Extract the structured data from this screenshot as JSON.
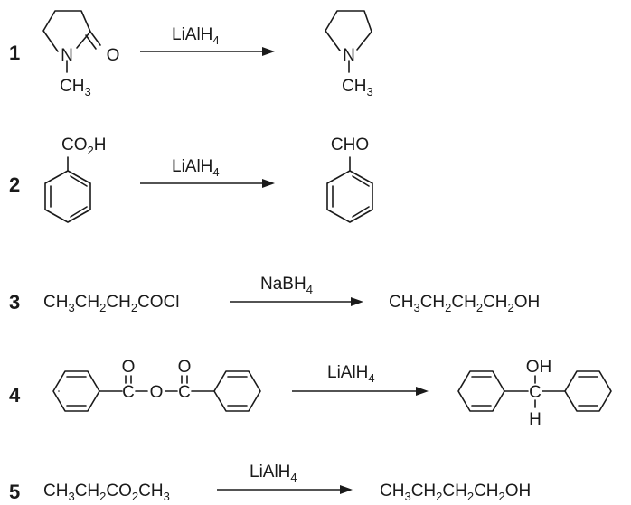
{
  "reactions": [
    {
      "number": "1",
      "reagent": {
        "main": "LiAlH",
        "sub": "4"
      },
      "reactant": {
        "ring_atom": "N",
        "carbonyl_atom": "O",
        "substituent": {
          "main": "CH",
          "sub": "3"
        }
      },
      "product": {
        "ring_atom": "N",
        "substituent": {
          "main": "CH",
          "sub": "3"
        }
      }
    },
    {
      "number": "2",
      "reagent": {
        "main": "LiAlH",
        "sub": "4"
      },
      "reactant": {
        "group": {
          "a": "CO",
          "sub": "2",
          "b": "H"
        }
      },
      "product": {
        "group": "CHO"
      }
    },
    {
      "number": "3",
      "reagent": {
        "main": "NaBH",
        "sub": "4"
      },
      "reactant": {
        "parts": [
          [
            "CH",
            "3"
          ],
          [
            "CH",
            "2"
          ],
          [
            "CH",
            "2"
          ],
          [
            "COCl",
            ""
          ]
        ]
      },
      "product": {
        "parts": [
          [
            "CH",
            "3"
          ],
          [
            "CH",
            "2"
          ],
          [
            "CH",
            "2"
          ],
          [
            "CH",
            "2"
          ],
          [
            "OH",
            ""
          ]
        ]
      }
    },
    {
      "number": "4",
      "reagent": {
        "main": "LiAlH",
        "sub": "4"
      },
      "reactant": {
        "carbonyl_o1": "O",
        "carbonyl_o2": "O",
        "c1": "C",
        "bridge_o": "O",
        "c2": "C"
      },
      "product": {
        "oh": "OH",
        "c": "C",
        "h": "H"
      }
    },
    {
      "number": "5",
      "reagent": {
        "main": "LiAlH",
        "sub": "4"
      },
      "reactant": {
        "parts": [
          [
            "CH",
            "3"
          ],
          [
            "CH",
            "2"
          ],
          [
            "CO",
            "2"
          ],
          [
            "CH",
            "3"
          ]
        ]
      },
      "product": {
        "parts": [
          [
            "CH",
            "3"
          ],
          [
            "CH",
            "2"
          ],
          [
            "CH",
            "2"
          ],
          [
            "CH",
            "2"
          ],
          [
            "OH",
            ""
          ]
        ]
      }
    }
  ]
}
